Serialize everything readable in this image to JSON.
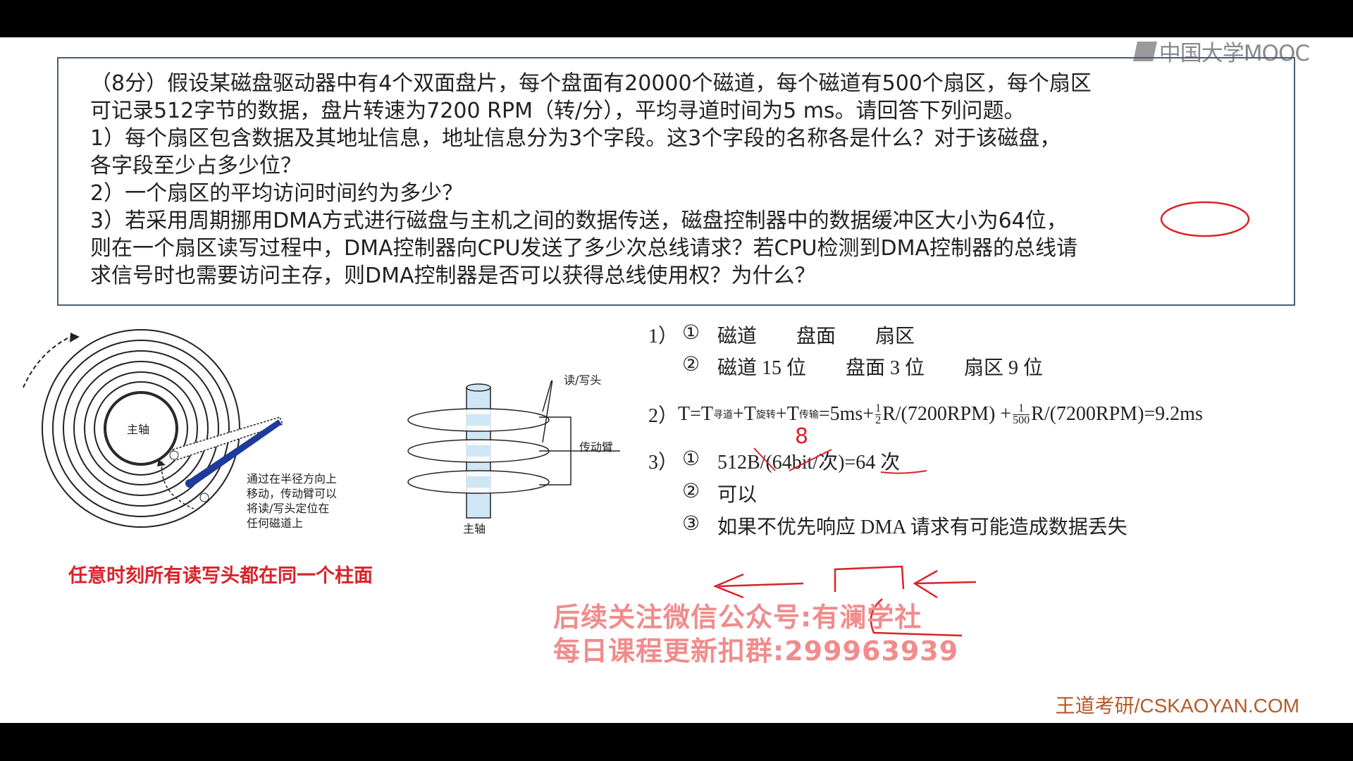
{
  "logo": {
    "text": "中国大学MOOC"
  },
  "question": {
    "lines": [
      "（8分）假设某磁盘驱动器中有4个双面盘片，每个盘面有20000个磁道，每个磁道有500个扇区，每个扇区",
      "可记录512字节的数据，盘片转速为7200 RPM（转/分），平均寻道时间为5 ms。请回答下列问题。",
      "1）每个扇区包含数据及其地址信息，地址信息分为3个字段。这3个字段的名称各是什么？对于该磁盘，",
      "各字段至少占多少位？",
      "2）一个扇区的平均访问时间约为多少？",
      "3）若采用周期挪用DMA方式进行磁盘与主机之间的数据传送，磁盘控制器中的数据缓冲区大小为64位，",
      "则在一个扇区读写过程中，DMA控制器向CPU发送了多少次总线请求？若CPU检测到DMA控制器的总线请",
      "求信号时也需要访问主存，则DMA控制器是否可以获得总线使用权？为什么？"
    ]
  },
  "diagram_left": {
    "spindle": "主轴",
    "note_lines": [
      "通过在半径方向上",
      "移动，传动臂可以",
      "将读/写头定位在",
      "任何磁道上"
    ]
  },
  "diagram_right": {
    "head": "读/写头",
    "arm": "传动臂",
    "spindle": "主轴"
  },
  "answers": {
    "a1_num": "1）",
    "a1_c1": "①",
    "a1_t1": "磁道　　盘面　　扇区",
    "a1_c2": "②",
    "a1_t2": "磁道 15 位　　盘面 3 位　　扇区 9 位",
    "a2_num": "2）",
    "a2_T": "T=T",
    "a2_sub1": "寻道",
    "a2_p1": "+T",
    "a2_sub2": "旋转",
    "a2_p2": "+T",
    "a2_sub3": "传输",
    "a2_p3": "=5ms+",
    "a2_f1_num": "1",
    "a2_f1_den": "2",
    "a2_p4": "R/(7200RPM) +",
    "a2_f2_num": "1",
    "a2_f2_den": "500",
    "a2_p5": "R/(7200RPM)=9.2ms",
    "a3_num": "3）",
    "a3_c1": "①",
    "a3_t1": "512B/(64bit/次)=64 次",
    "a3_c2": "②",
    "a3_t2": "可以",
    "a3_c3": "③",
    "a3_t3": "如果不优先响应 DMA 请求有可能造成数据丢失",
    "handwritten_8": "8"
  },
  "red_note": "任意时刻所有读写头都在同一个柱面",
  "watermark": {
    "line1": "后续关注微信公众号:有澜学社",
    "line2": "每日课程更新扣群:299963939"
  },
  "footer": "王道考研/CSKAOYAN.COM",
  "colors": {
    "annotation_red": "#d9232a",
    "watermark": "#f08c8c",
    "box_border": "#4a5f73",
    "arm_blue": "#1f3b9a"
  }
}
